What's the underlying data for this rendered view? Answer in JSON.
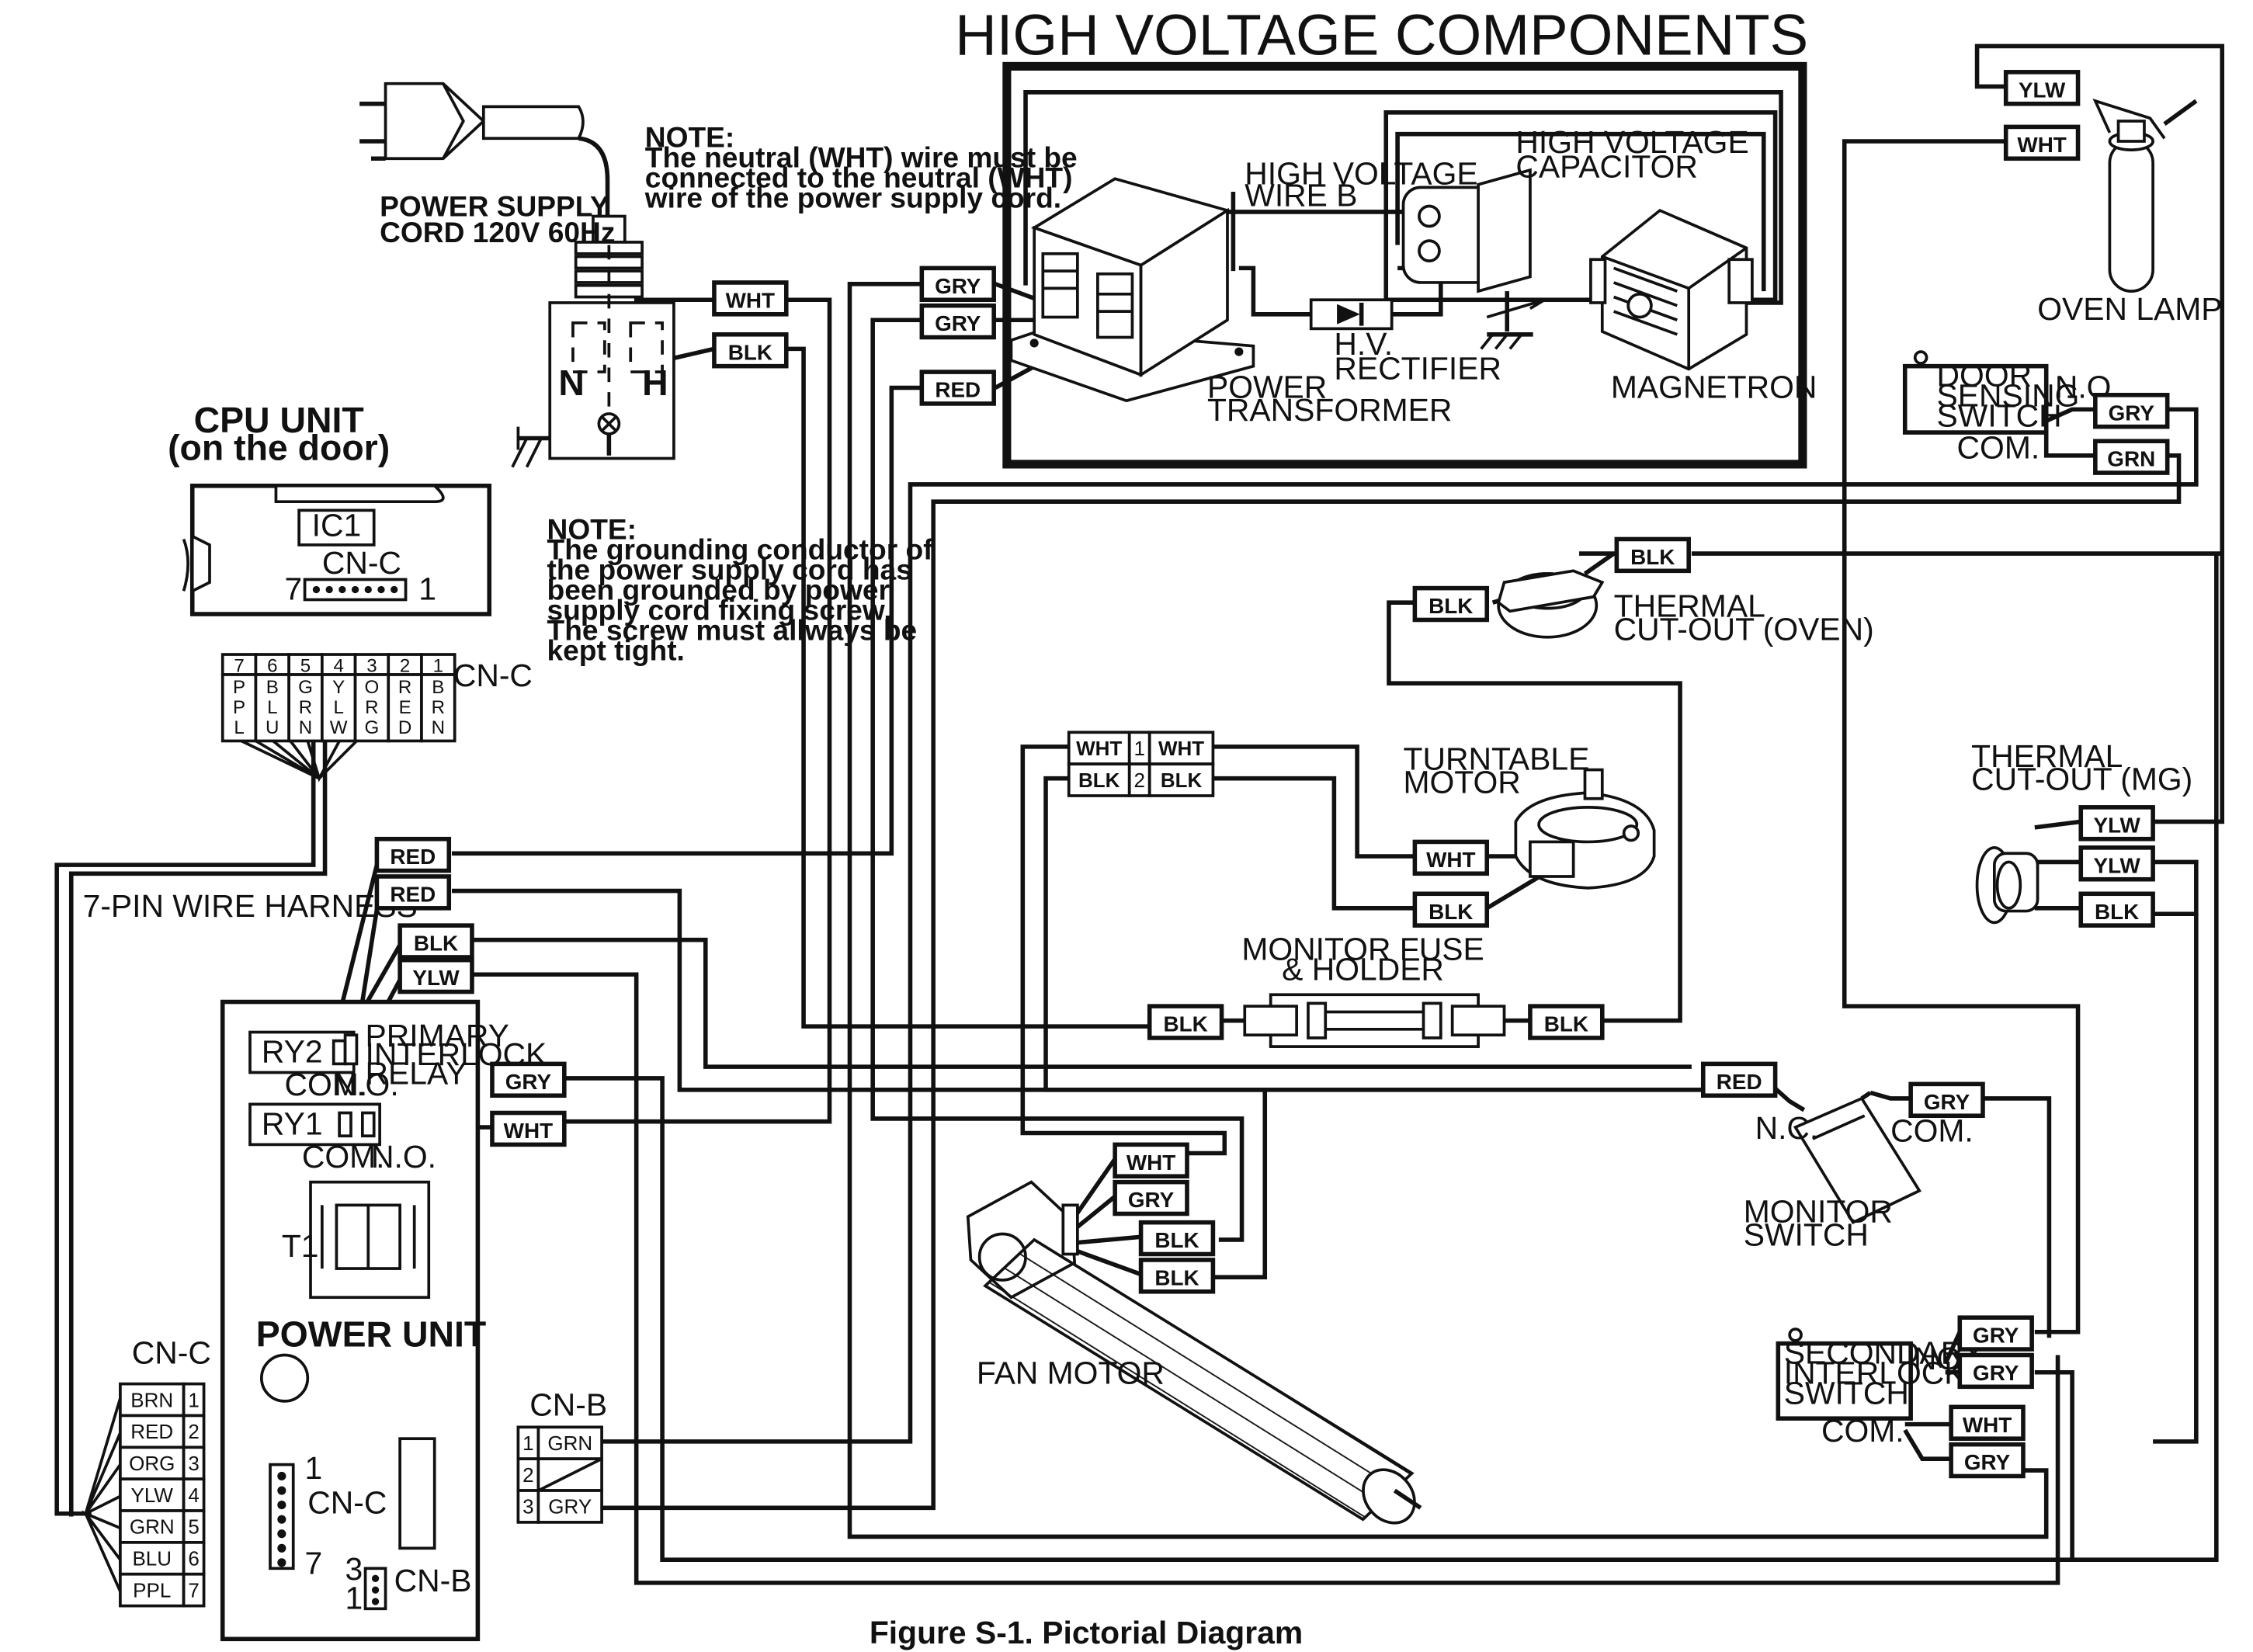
{
  "title": "HIGH VOLTAGE COMPONENTS",
  "caption": "Figure S-1. Pictorial Diagram",
  "components": {
    "power_supply_cord": "POWER SUPPLY\nCORD 120V 60Hz",
    "neutral_label": "N",
    "hot_label": "H",
    "cpu_unit": "CPU UNIT\n(on the door)",
    "ic1": "IC1",
    "cn_c": "CN-C",
    "cn_b": "CN-B",
    "cpu_pin_7": "7",
    "cpu_pin_1": "1",
    "wire_harness": "7-PIN WIRE HARNESS",
    "high_voltage_wire_b": "HIGH VOLTAGE\nWIRE B",
    "high_voltage_capacitor": "HIGH VOLTAGE\nCAPACITOR",
    "power_transformer": "POWER\nTRANSFORMER",
    "hv_rectifier": "H.V.\nRECTIFIER",
    "magnetron": "MAGNETRON",
    "oven_lamp": "OVEN LAMP",
    "door_sensing_switch": "DOOR\nSENSING\nSWITCH",
    "no": "N.O.",
    "com": "COM.",
    "nc": "N.C.",
    "thermal_cutout_oven": "THERMAL\nCUT-OUT (OVEN)",
    "turntable_motor": "TURNTABLE\nMOTOR",
    "thermal_cutout_mg": "THERMAL\nCUT-OUT (MG)",
    "monitor_fuse": "MONITOR FUSE\n& HOLDER",
    "primary_interlock_relay": "PRIMARY\nINTERLOCK\nRELAY",
    "ry2": "RY2",
    "ry1": "RY1",
    "t1": "T1",
    "power_unit": "POWER UNIT",
    "fan_motor": "FAN MOTOR",
    "monitor_switch": "MONITOR\nSWITCH",
    "secondary_interlock_switch": "SECONDARY\nINTERLOCK\nSWITCH",
    "secondary_no": "NO",
    "pu_pin_1": "1",
    "pu_pin_7": "7",
    "pu_pin_3": "3"
  },
  "notes": {
    "note_neutral": "NOTE:\nThe neutral (WHT) wire must be\nconnected to the neutral (WHT)\nwire of the power supply cord.",
    "note_ground": "NOTE:\nThe grounding conductor of\nthe power supply cord has\nbeen grounded by power\nsupply cord fixing screw.\nThe screw must allways be\nkept tight."
  },
  "cn_c_pins": [
    {
      "num": "7",
      "code": "P\nP\nL"
    },
    {
      "num": "6",
      "code": "B\nL\nU"
    },
    {
      "num": "5",
      "code": "G\nR\nN"
    },
    {
      "num": "4",
      "code": "Y\nL\nW"
    },
    {
      "num": "3",
      "code": "O\nR\nG"
    },
    {
      "num": "2",
      "code": "R\nE\nD"
    },
    {
      "num": "1",
      "code": "B\nR\nN"
    }
  ],
  "cn_c_connector": [
    {
      "color": "BRN",
      "num": "1"
    },
    {
      "color": "RED",
      "num": "2"
    },
    {
      "color": "ORG",
      "num": "3"
    },
    {
      "color": "YLW",
      "num": "4"
    },
    {
      "color": "GRN",
      "num": "5"
    },
    {
      "color": "BLU",
      "num": "6"
    },
    {
      "color": "PPL",
      "num": "7"
    }
  ],
  "cn_b_connector": [
    {
      "num": "1",
      "color": "GRN"
    },
    {
      "num": "2",
      "color": ""
    },
    {
      "num": "3",
      "color": "GRY"
    }
  ],
  "turntable_pins": [
    {
      "num": "1",
      "left": "WHT",
      "right": "WHT"
    },
    {
      "num": "2",
      "left": "BLK",
      "right": "BLK"
    }
  ],
  "wire_tags": {
    "cord_wht": "WHT",
    "cord_blk": "BLK",
    "tr_gry1": "GRY",
    "tr_gry2": "GRY",
    "tr_red": "RED",
    "lamp_ylw": "YLW",
    "lamp_wht": "WHT",
    "door_gry": "GRY",
    "door_grn": "GRN",
    "tco_blk_left": "BLK",
    "tco_blk_right": "BLK",
    "tt_wht": "WHT",
    "tt_blk": "BLK",
    "mg_ylw1": "YLW",
    "mg_ylw2": "YLW",
    "mg_blk": "BLK",
    "ry2_red1": "RED",
    "ry2_red2": "RED",
    "ry2_blk": "BLK",
    "ry2_ylw": "YLW",
    "ry1_gry": "GRY",
    "ry1_wht": "WHT",
    "fuse_blk_left": "BLK",
    "fuse_blk_right": "BLK",
    "mon_red": "RED",
    "mon_gry": "GRY",
    "fan_wht": "WHT",
    "fan_gry": "GRY",
    "fan_blk1": "BLK",
    "fan_blk2": "BLK",
    "sec_gry1": "GRY",
    "sec_gry2": "GRY",
    "sec_wht": "WHT",
    "sec_gry3": "GRY"
  }
}
